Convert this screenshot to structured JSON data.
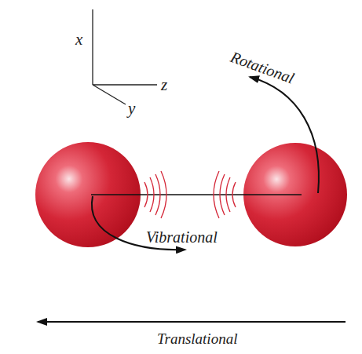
{
  "diagram": {
    "labels": [
      "x",
      "z",
      "y",
      "Rotational",
      "Vibrational",
      "Translational"
    ]
  }
}
